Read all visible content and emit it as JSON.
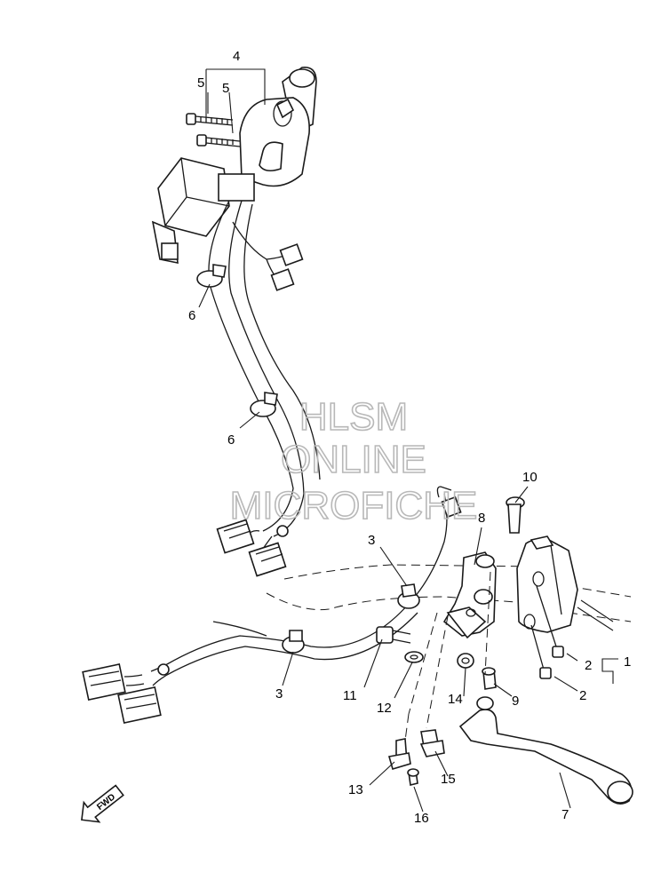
{
  "watermark": {
    "line1": "HLSM",
    "line2": "ONLINE",
    "line3": "MICROFICHE"
  },
  "fwd_label": "FWD",
  "callouts": {
    "c1": "1",
    "c2a": "2",
    "c2b": "2",
    "c3a": "3",
    "c3b": "3",
    "c4": "4",
    "c5a": "5",
    "c5b": "5",
    "c6a": "6",
    "c6b": "6",
    "c7": "7",
    "c8": "8",
    "c9": "9",
    "c10": "10",
    "c11": "11",
    "c12": "12",
    "c13": "13",
    "c14": "14",
    "c15": "15",
    "c16": "16"
  }
}
